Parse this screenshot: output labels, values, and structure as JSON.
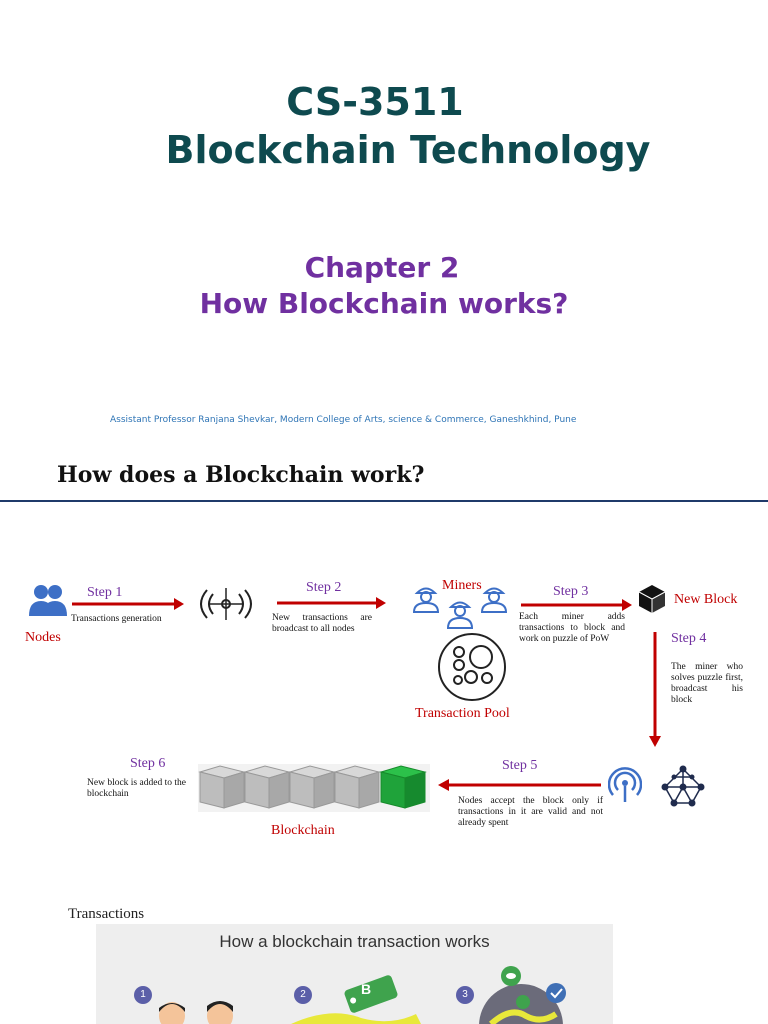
{
  "course": {
    "code": "CS-3511",
    "name": "Blockchain Technology"
  },
  "chapter": {
    "number": "Chapter 2",
    "title": "How Blockchain works?"
  },
  "author": "Assistant Professor Ranjana Shevkar, Modern College of Arts, science & Commerce, Ganeshkhind, Pune",
  "section_title": "How does a Blockchain work?",
  "diagram": {
    "nodes_label": "Nodes",
    "step1": "Step 1",
    "step1_text": "Transactions generation",
    "step2": "Step 2",
    "step2_text": "New transactions are broadcast to all nodes",
    "miners_label": "Miners",
    "pool_label": "Transaction Pool",
    "step3": "Step 3",
    "step3_text": "Each miner adds transactions to block and work on puzzle of PoW",
    "new_block_label": "New Block",
    "step4": "Step 4",
    "step4_text": "The miner who solves puzzle first, broadcast his block",
    "step5": "Step 5",
    "step5_text": "Nodes accept the block only if transactions in it are valid and not already spent",
    "step6": "Step 6",
    "step6_text": "New block is added to the blockchain",
    "blockchain_label": "Blockchain"
  },
  "transactions": {
    "label": "Transactions",
    "panel_title": "How a blockchain transaction works",
    "badges": [
      "1",
      "2",
      "3"
    ],
    "tag_letter": "B"
  },
  "colors": {
    "title": "#0e4a4f",
    "chapter": "#7030a0",
    "author": "#2e74b5",
    "arrow": "#c00000",
    "icon_blue": "#3d6fc6",
    "block_green": "#1fa33a"
  }
}
